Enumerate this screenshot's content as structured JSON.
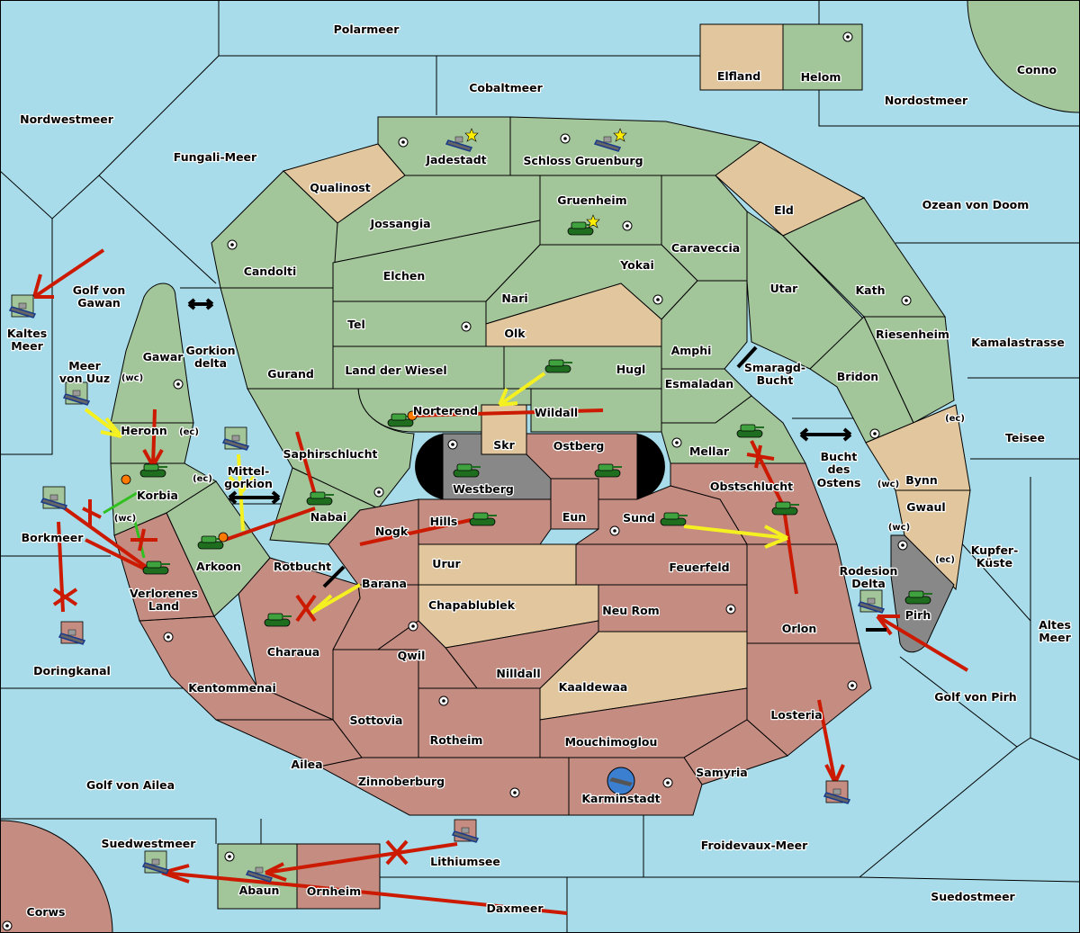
{
  "colors": {
    "sea": "#a8dcea",
    "land_green": "#a3c59a",
    "land_red": "#c58c82",
    "land_tan": "#e2c79e",
    "land_gray": "#888888",
    "order_move": "#cc1a00",
    "order_support": "#f5f020",
    "order_convoy": "#30c020"
  },
  "seas": {
    "polarmeer": "Polarmeer",
    "cobaltmeer": "Cobaltmeer",
    "nordostmeer": "Nordostmeer",
    "nordwestmeer": "Nordwestmeer",
    "fungali": "Fungali-Meer",
    "ozean": "Ozean von Doom",
    "golfgawan1": "Golf von",
    "golfgawan2": "Gawan",
    "kaltes1": "Kaltes",
    "kaltes2": "Meer",
    "kamala": "Kamalastrasse",
    "gorkion1": "Gorkion",
    "gorkion2": "delta",
    "uuz1": "Meer",
    "uuz2": "von Uuz",
    "smaragd1": "Smaragd-",
    "smaragd2": "Bucht",
    "teisee": "Teisee",
    "bucht1": "Bucht",
    "bucht2": "des",
    "bucht3": "Ostens",
    "mittel1": "Mittel-",
    "mittel2": "gorkion",
    "borkmeer": "Borkmeer",
    "kupfer1": "Kupfer-",
    "kupfer2": "Küste",
    "rotbucht": "Rotbucht",
    "rodesion1": "Rodesion",
    "rodesion2": "Delta",
    "altes1": "Altes",
    "altes2": "Meer",
    "doringkanal": "Doringkanal",
    "golfpirh": "Golf von Pirh",
    "golfailea": "Golf von Ailea",
    "suedwestmeer": "Suedwestmeer",
    "froidevaux": "Froidevaux-Meer",
    "lithiumsee": "Lithiumsee",
    "suedostmeer": "Suedostmeer",
    "daxmeer": "Daxmeer"
  },
  "lands": {
    "elfland": "Elfland",
    "helom": "Helom",
    "conno": "Conno",
    "jadestadt": "Jadestadt",
    "gruenburg": "Schloss Gruenburg",
    "qualinost": "Qualinost",
    "gruenheim": "Gruenheim",
    "eld": "Eld",
    "jossangia": "Jossangia",
    "caraveccia": "Caraveccia",
    "candolti": "Candolti",
    "yokai": "Yokai",
    "elchen": "Elchen",
    "utar": "Utar",
    "kath": "Kath",
    "nari": "Nari",
    "tel": "Tel",
    "olk": "Olk",
    "riesenheim": "Riesenheim",
    "gawar": "Gawar",
    "amphi": "Amphi",
    "wiesel": "Land der Wiesel",
    "gurand": "Gurand",
    "hugl": "Hugl",
    "bridon": "Bridon",
    "esmaladan": "Esmaladan",
    "norterend": "Norterend",
    "wildall": "Wildall",
    "heronn": "Heronn",
    "skr": "Skr",
    "ostberg": "Ostberg",
    "mellar": "Mellar",
    "saphir": "Saphirschlucht",
    "bynn": "Bynn",
    "westberg": "Westberg",
    "obstschlucht": "Obstschlucht",
    "korbia": "Korbia",
    "gwaul": "Gwaul",
    "eun": "Eun",
    "nabai": "Nabai",
    "sund": "Sund",
    "hills": "Hills",
    "nogk": "Nogk",
    "urur": "Urur",
    "feuerfeld": "Feuerfeld",
    "arkoon": "Arkoon",
    "barana": "Barana",
    "verlorenes1": "Verlorenes",
    "verlorenes2": "Land",
    "chapablublek": "Chapablublek",
    "neurom": "Neu Rom",
    "pirh": "Pirh",
    "orlon": "Orlon",
    "charaua": "Charaua",
    "qwil": "Qwil",
    "nilldall": "Nilldall",
    "kaaldewaa": "Kaaldewaa",
    "kentommenai": "Kentommenai",
    "losteria": "Losteria",
    "sottovia": "Sottovia",
    "rotheim": "Rotheim",
    "mouchimoglou": "Mouchimoglou",
    "ailea": "Ailea",
    "samyria": "Samyria",
    "zinnoberburg": "Zinnoberburg",
    "karminstadt": "Karminstadt",
    "abaun": "Abaun",
    "ornheim": "Ornheim",
    "corws": "Corws"
  },
  "coasts": {
    "wc": "(wc)",
    "ec": "(ec)"
  }
}
